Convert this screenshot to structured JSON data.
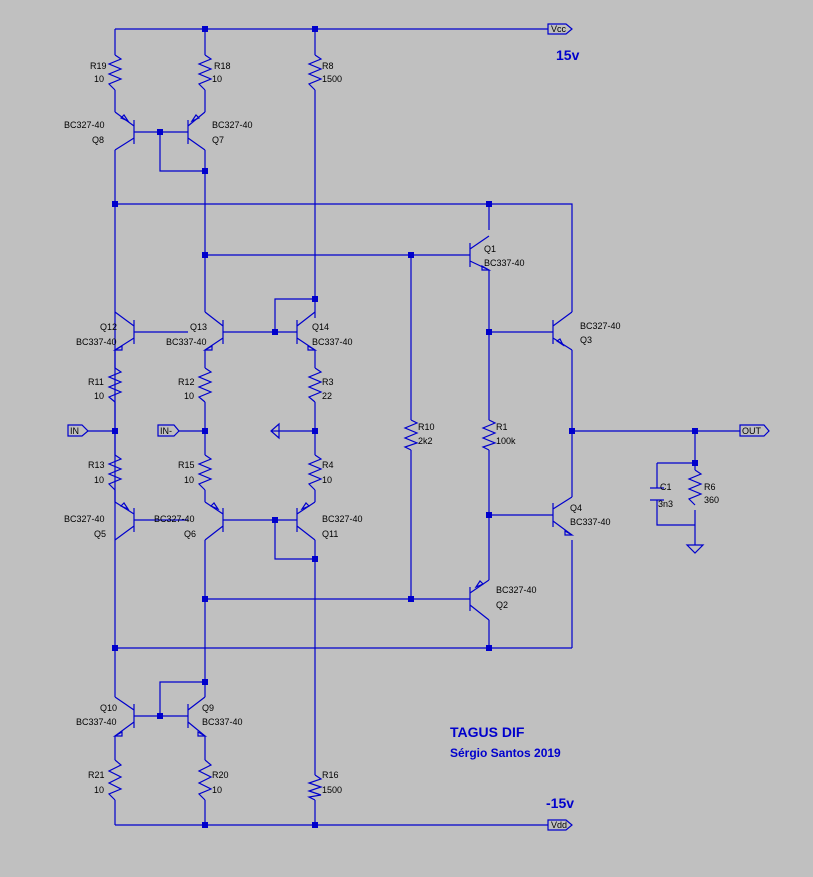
{
  "title": "TAGUS DIF",
  "author": "Sérgio Santos 2019",
  "supply_pos_label": "15v",
  "supply_neg_label": "-15v",
  "ports": {
    "vcc": "Vcc",
    "vdd": "Vdd",
    "in_pos": "IN",
    "in_neg": "IN-",
    "out": "OUT"
  },
  "components": {
    "R19": {
      "name": "R19",
      "value": "10"
    },
    "R18": {
      "name": "R18",
      "value": "10"
    },
    "R8": {
      "name": "R8",
      "value": "1500"
    },
    "Q8": {
      "name": "Q8",
      "model": "BC327-40"
    },
    "Q7": {
      "name": "Q7",
      "model": "BC327-40"
    },
    "Q1": {
      "name": "Q1",
      "model": "BC337-40"
    },
    "Q12": {
      "name": "Q12",
      "model": "BC337-40"
    },
    "Q13": {
      "name": "Q13",
      "model": "BC337-40"
    },
    "Q14": {
      "name": "Q14",
      "model": "BC337-40"
    },
    "Q3": {
      "name": "Q3",
      "model": "BC327-40"
    },
    "R11": {
      "name": "R11",
      "value": "10"
    },
    "R12": {
      "name": "R12",
      "value": "10"
    },
    "R3": {
      "name": "R3",
      "value": "22"
    },
    "R10": {
      "name": "R10",
      "value": "2k2"
    },
    "R1": {
      "name": "R1",
      "value": "100k"
    },
    "R13": {
      "name": "R13",
      "value": "10"
    },
    "R15": {
      "name": "R15",
      "value": "10"
    },
    "R4": {
      "name": "R4",
      "value": "10"
    },
    "C1": {
      "name": "C1",
      "value": "3n3"
    },
    "R6": {
      "name": "R6",
      "value": "360"
    },
    "Q4": {
      "name": "Q4",
      "model": "BC337-40"
    },
    "Q5": {
      "name": "Q5",
      "model": "BC327-40"
    },
    "Q6": {
      "name": "Q6",
      "model": "BC327-40"
    },
    "Q11": {
      "name": "Q11",
      "model": "BC327-40"
    },
    "Q2": {
      "name": "Q2",
      "model": "BC327-40"
    },
    "Q10": {
      "name": "Q10",
      "model": "BC337-40"
    },
    "Q9": {
      "name": "Q9",
      "model": "BC337-40"
    },
    "R21": {
      "name": "R21",
      "value": "10"
    },
    "R20": {
      "name": "R20",
      "value": "10"
    },
    "R16": {
      "name": "R16",
      "value": "1500"
    }
  }
}
